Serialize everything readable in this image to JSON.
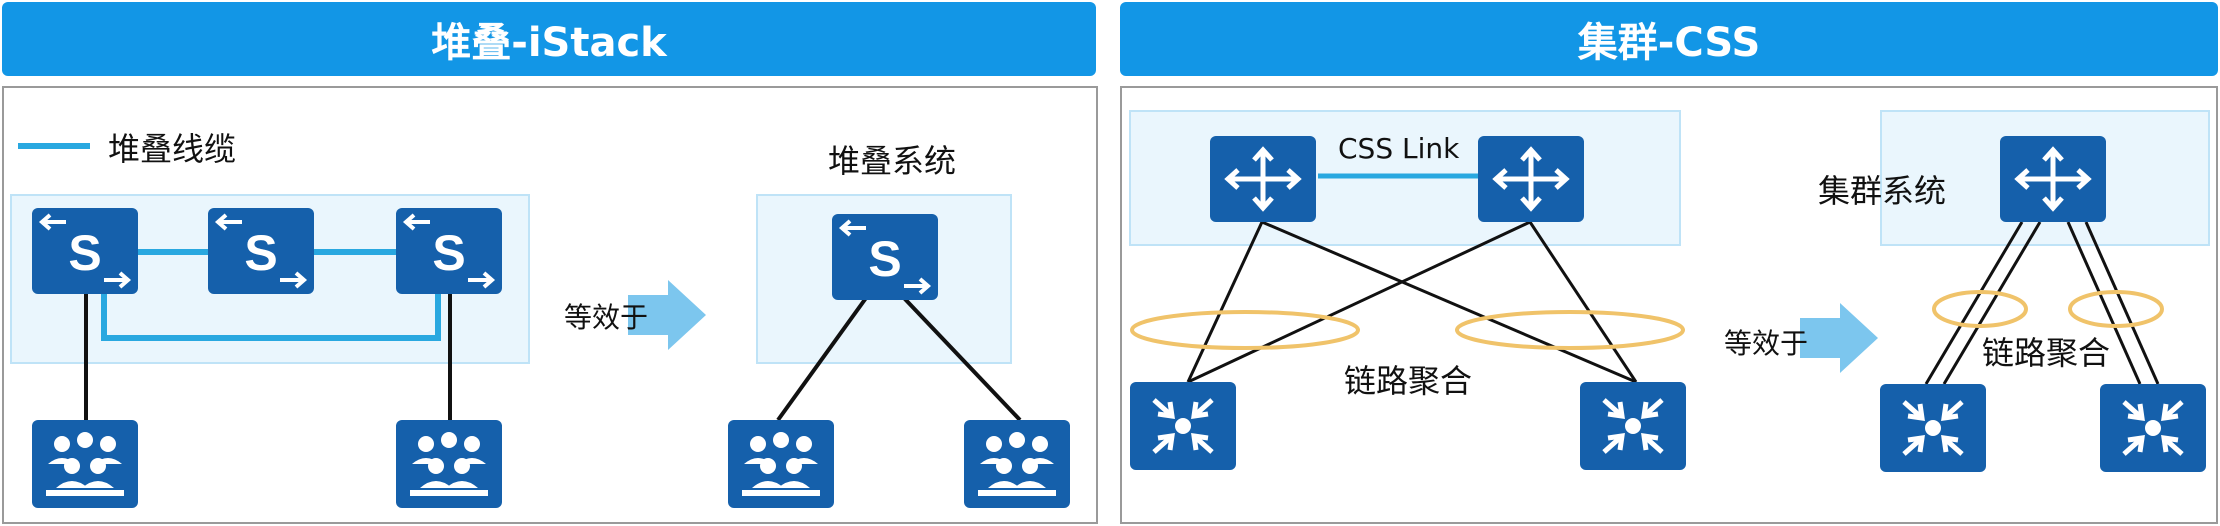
{
  "left": {
    "title": "堆叠-iStack",
    "legend": "堆叠线缆",
    "equivalent": "等效于",
    "system_label": "堆叠系统",
    "switch_letter": "S"
  },
  "right": {
    "title": "集群-CSS",
    "link_label": "CSS Link",
    "aggregation_label": "链路聚合",
    "equivalent": "等效于",
    "system_label": "集群系统"
  },
  "colors": {
    "banner": "#1296e6",
    "device": "#1560ab",
    "stack_cable": "#29a8e0",
    "agg_ellipse": "#f0c36a",
    "system_box": "#eaf6fd",
    "arrow": "#7cc6ee"
  }
}
